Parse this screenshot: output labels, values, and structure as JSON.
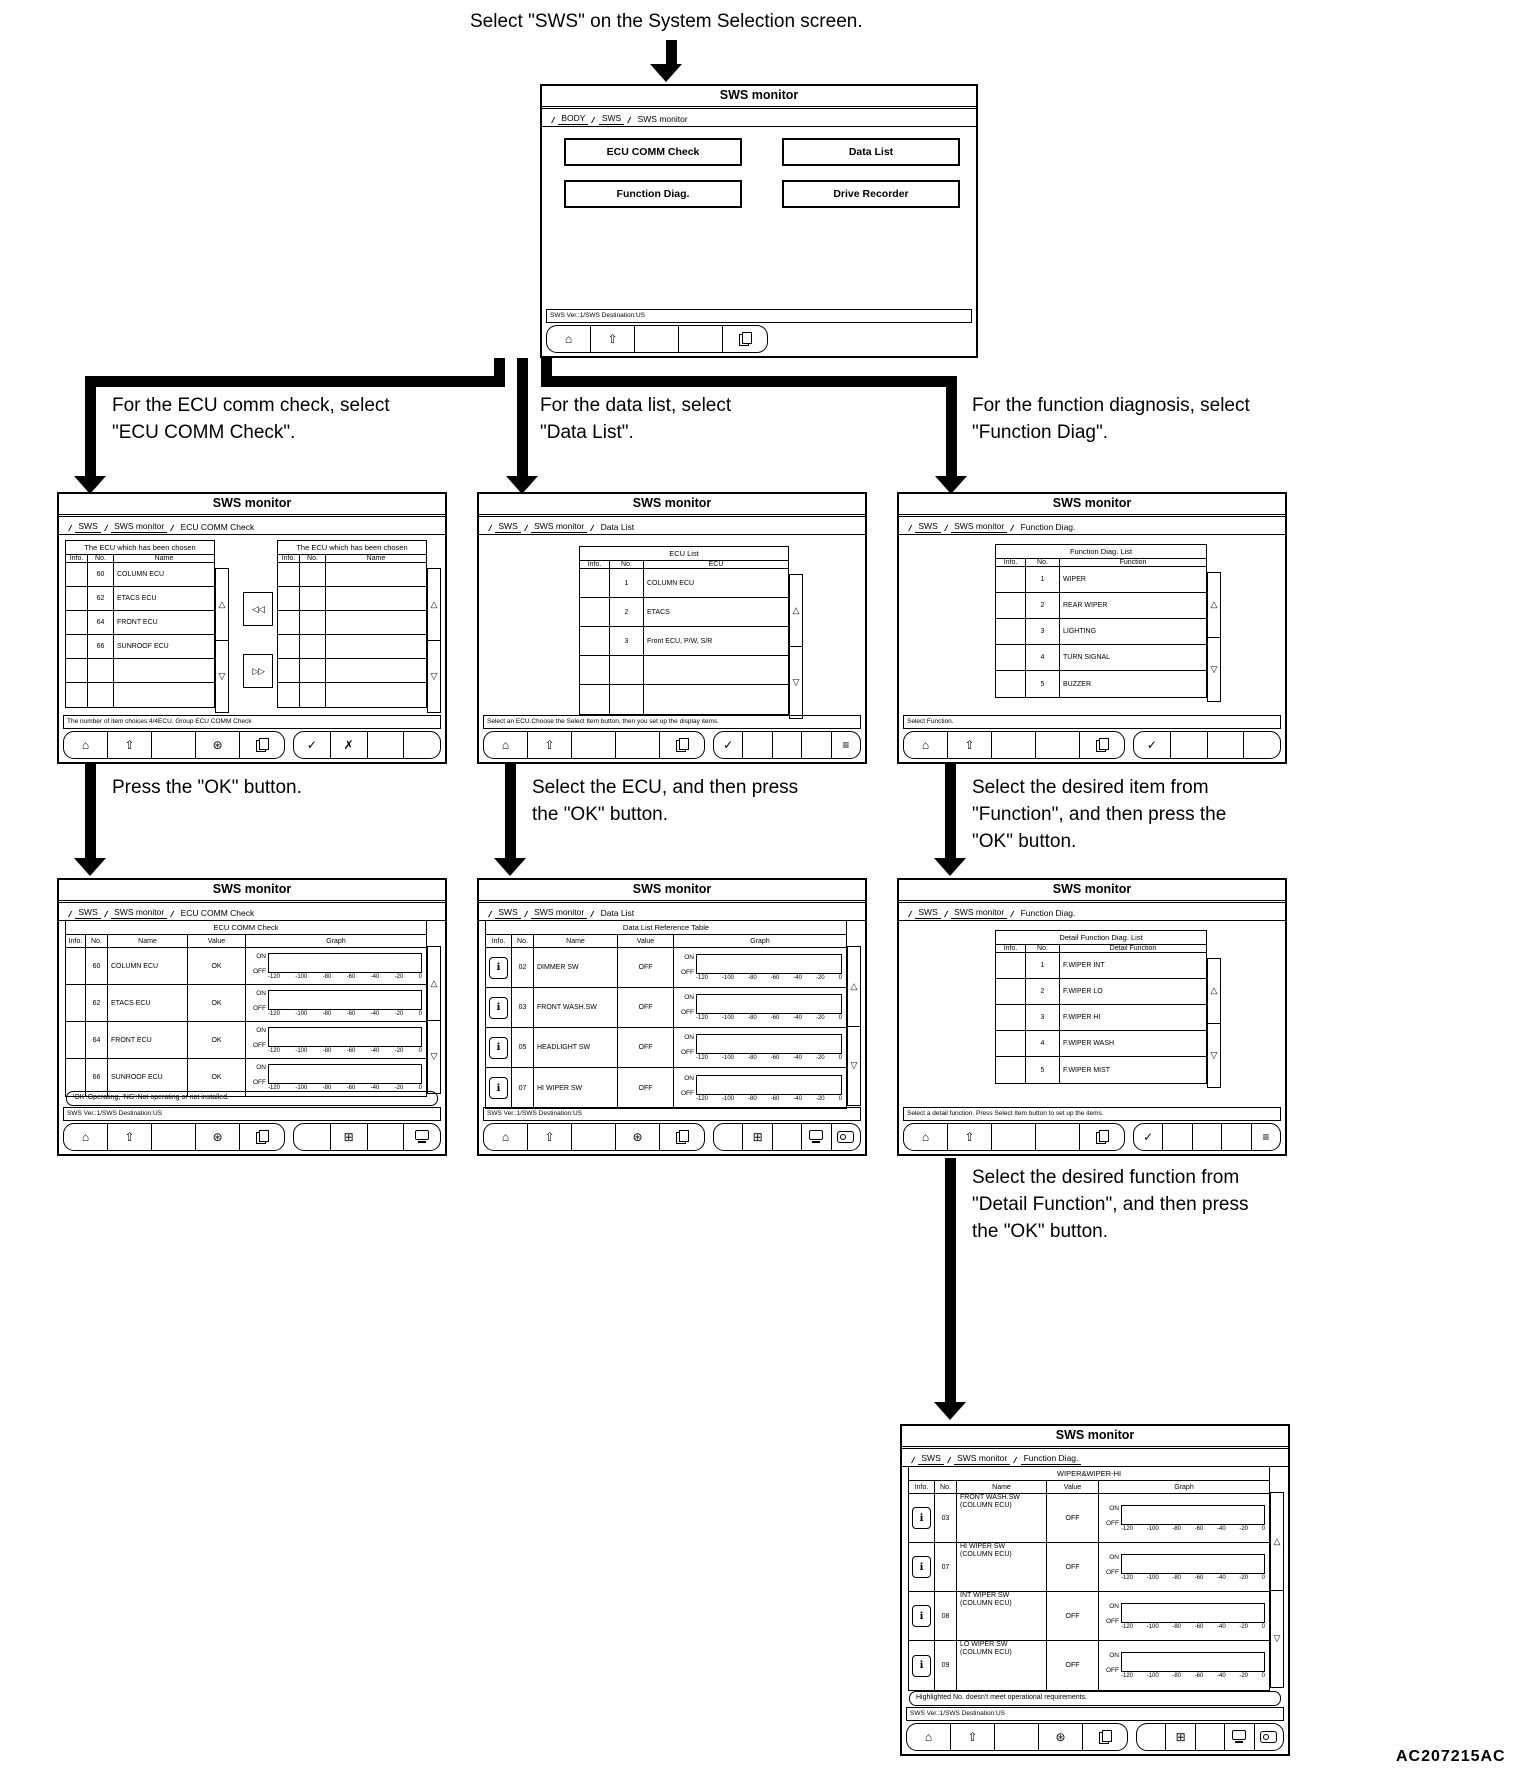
{
  "flow": {
    "intro": "Select \"SWS\" on the System Selection screen.",
    "branch_ecu": [
      "For the ECU comm check, select",
      "\"ECU COMM Check\"."
    ],
    "branch_data": [
      "For the data list, select",
      "\"Data List\"."
    ],
    "branch_func": [
      "For the function diagnosis, select",
      "\"Function Diag\"."
    ],
    "press_ok": [
      "Press the \"OK\" button."
    ],
    "select_ecu_ok": [
      "Select the ECU, and then press",
      "the \"OK\" button."
    ],
    "select_function_ok": [
      "Select the desired item from",
      "\"Function\", and then press the",
      "\"OK\" button."
    ],
    "select_detail_ok": [
      "Select the desired function from",
      "\"Detail Function\", and then press",
      "the \"OK\" button."
    ]
  },
  "footer_code": "AC207215AC",
  "graph": {
    "on": "ON",
    "off": "OFF",
    "axis": [
      "-120",
      "-100",
      "-80",
      "-60",
      "-40",
      "-20",
      "0"
    ]
  },
  "icons": {
    "home": "⌂",
    "back": "⇧",
    "ok": "✓",
    "cancel": "✗",
    "comm": "⊛",
    "grid": "⊞",
    "select": "≡",
    "info": "ℹ",
    "scroll_up": "△",
    "scroll_down": "▽",
    "transfer_left": "◁◁",
    "transfer_right": "▷▷"
  },
  "screens": {
    "main": {
      "title": "SWS monitor",
      "tabs": [
        "BODY",
        "SWS",
        "SWS monitor"
      ],
      "buttons": [
        "ECU COMM Check",
        "Data List",
        "Function Diag.",
        "Drive Recorder"
      ],
      "status": "SWS Ver.:1/SWS Destination:US"
    },
    "ecu_select": {
      "title": "SWS monitor",
      "tabs": [
        "SWS",
        "SWS monitor",
        "ECU COMM Check"
      ],
      "chosen": {
        "caption": "The ECU which has been chosen",
        "headers": [
          "Info.",
          "No.",
          "Name"
        ],
        "rows": [
          {
            "no": "60",
            "name": "COLUMN ECU"
          },
          {
            "no": "62",
            "name": "ETACS ECU"
          },
          {
            "no": "64",
            "name": "FRONT ECU"
          },
          {
            "no": "66",
            "name": "SUNROOF ECU"
          },
          {
            "no": "",
            "name": ""
          },
          {
            "no": "",
            "name": ""
          }
        ]
      },
      "unchosen": {
        "caption": "The ECU which has been chosen",
        "headers": [
          "Info.",
          "No.",
          "Name"
        ],
        "rows": [
          {
            "no": "",
            "name": ""
          },
          {
            "no": "",
            "name": ""
          },
          {
            "no": "",
            "name": ""
          },
          {
            "no": "",
            "name": ""
          },
          {
            "no": "",
            "name": ""
          },
          {
            "no": "",
            "name": ""
          }
        ]
      },
      "status": "The number of item choices:4/4ECU. Group ECU COMM Check"
    },
    "ecu_list": {
      "title": "SWS monitor",
      "tabs": [
        "SWS",
        "SWS monitor",
        "Data List"
      ],
      "table": {
        "caption": "ECU List",
        "headers": [
          "Info.",
          "No.",
          "ECU"
        ],
        "rows": [
          {
            "no": "1",
            "name": "COLUMN ECU"
          },
          {
            "no": "2",
            "name": "ETACS"
          },
          {
            "no": "3",
            "name": "Front ECU, P/W, S/R"
          },
          {
            "no": "",
            "name": ""
          },
          {
            "no": "",
            "name": ""
          }
        ]
      },
      "status": "Select an ECU.Choose the Select Item button, then you set up the display items."
    },
    "func_list": {
      "title": "SWS monitor",
      "tabs": [
        "SWS",
        "SWS monitor",
        "Function Diag."
      ],
      "table": {
        "caption": "Function Diag. List",
        "headers": [
          "Info.",
          "No.",
          "Function"
        ],
        "rows": [
          {
            "no": "1",
            "name": "WIPER"
          },
          {
            "no": "2",
            "name": "REAR WIPER"
          },
          {
            "no": "3",
            "name": "LIGHTING"
          },
          {
            "no": "4",
            "name": "TURN SIGNAL"
          },
          {
            "no": "5",
            "name": "BUZZER"
          }
        ]
      },
      "status": "Select Function."
    },
    "comm_check": {
      "title": "SWS monitor",
      "tabs": [
        "SWS",
        "SWS monitor",
        "ECU COMM Check"
      ],
      "table": {
        "caption": "ECU COMM Check",
        "headers": [
          "Info.",
          "No.",
          "Name",
          "Value",
          "Graph"
        ],
        "rows": [
          {
            "no": "60",
            "name": "COLUMN ECU",
            "value": "OK"
          },
          {
            "no": "62",
            "name": "ETACS ECU",
            "value": "OK"
          },
          {
            "no": "64",
            "name": "FRONT ECU",
            "value": "OK"
          },
          {
            "no": "66",
            "name": "SUNROOF ECU",
            "value": "OK"
          }
        ]
      },
      "note": "'OK':Operating, 'NG':Not operating or not installed.",
      "status": "SWS Ver.:1/SWS Destination:US"
    },
    "data_ref": {
      "title": "SWS monitor",
      "tabs": [
        "SWS",
        "SWS monitor",
        "Data List"
      ],
      "table": {
        "caption": "Data List Reference Table",
        "headers": [
          "Info.",
          "No.",
          "Name",
          "Value",
          "Graph"
        ],
        "rows": [
          {
            "no": "02",
            "name": "DIMMER SW",
            "value": "OFF"
          },
          {
            "no": "03",
            "name": "FRONT WASH.SW",
            "value": "OFF"
          },
          {
            "no": "05",
            "name": "HEADLIGHT SW",
            "value": "OFF"
          },
          {
            "no": "07",
            "name": "HI WIPER SW",
            "value": "OFF"
          }
        ]
      },
      "status": "SWS Ver.:1/SWS Destination:US"
    },
    "detail_list": {
      "title": "SWS monitor",
      "tabs": [
        "SWS",
        "SWS monitor",
        "Function Diag."
      ],
      "table": {
        "caption": "Detail Function Diag. List",
        "headers": [
          "Info.",
          "No.",
          "Detail Function"
        ],
        "rows": [
          {
            "no": "1",
            "name": "F.WIPER INT"
          },
          {
            "no": "2",
            "name": "F.WIPER LO"
          },
          {
            "no": "3",
            "name": "F.WIPER HI"
          },
          {
            "no": "4",
            "name": "F.WIPER WASH"
          },
          {
            "no": "5",
            "name": "F.WIPER MIST"
          }
        ]
      },
      "status": "Select a detail function. Press Select Item button to set up the items."
    },
    "wiper_hi": {
      "title": "SWS monitor",
      "tabs": [
        "SWS",
        "SWS monitor",
        "Function Diag."
      ],
      "table": {
        "caption": "WIPER&WIPER-HI",
        "headers": [
          "Info.",
          "No.",
          "Name",
          "Value",
          "Graph"
        ],
        "rows": [
          {
            "no": "03",
            "name": "FRONT WASH.SW",
            "sub": "(COLUMN ECU)",
            "value": "OFF"
          },
          {
            "no": "07",
            "name": "HI WIPER SW",
            "sub": "(COLUMN ECU)",
            "value": "OFF"
          },
          {
            "no": "08",
            "name": "INT WIPER SW",
            "sub": "(COLUMN ECU)",
            "value": "OFF"
          },
          {
            "no": "09",
            "name": "LO WIPER SW",
            "sub": "(COLUMN ECU)",
            "value": "OFF"
          }
        ]
      },
      "note": "Highlighted No. doesn't meet operational requirements.",
      "status": "SWS Ver.:1/SWS Destination:US"
    }
  }
}
